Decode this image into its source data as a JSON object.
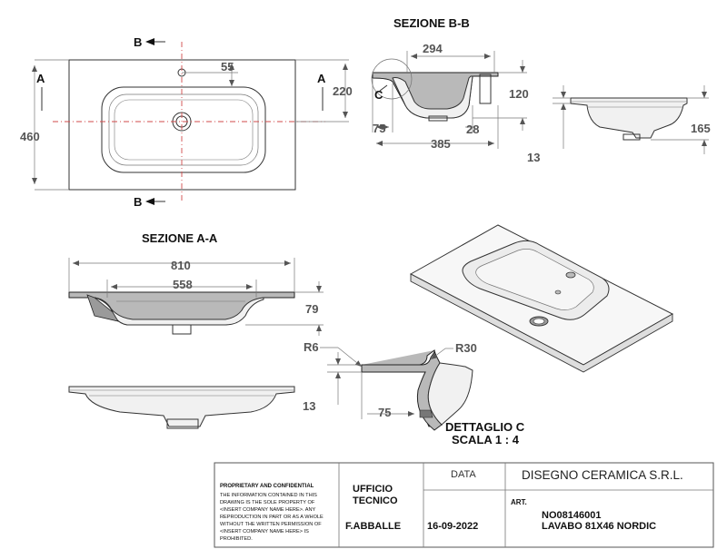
{
  "views": {
    "section_bb_title": "SEZIONE B-B",
    "section_aa_title": "SEZIONE A-A",
    "detail_title": "DETTAGLIO C",
    "detail_scale": "SCALA 1 : 4",
    "marker_a": "A",
    "marker_b": "B",
    "marker_c": "C"
  },
  "dimensions": {
    "top_view": {
      "depth": "460",
      "bowl": "220",
      "hole_offset": "55"
    },
    "section_bb": {
      "width": "294",
      "depth": "120",
      "front": "75",
      "wall": "28",
      "bowl_depth": "385"
    },
    "side_view": {
      "height": "165",
      "lip": "13"
    },
    "section_aa": {
      "overall": "810",
      "bowl": "558",
      "depth": "79"
    },
    "detail_c": {
      "r_small": "R6",
      "r_large": "R30",
      "thickness": "13",
      "edge": "75"
    }
  },
  "title_block": {
    "confidential_title": "PROPRIETARY AND CONFIDENTIAL",
    "confidential_lines": [
      "THE INFORMATION CONTAINED IN THIS",
      "DRAWING IS THE SOLE PROPERTY OF",
      "<INSERT COMPANY NAME HERE>.  ANY",
      "REPRODUCTION IN PART OR AS A WHOLE",
      "WITHOUT THE WRITTEN PERMISSION OF",
      "<INSERT COMPANY NAME HERE> IS",
      "PROHIBITED."
    ],
    "office_line1": "UFFICIO",
    "office_line2": "TECNICO",
    "author": "F.ABBALLE",
    "data_label": "DATA",
    "date": "16-09-2022",
    "company": "DISEGNO CERAMICA S.R.L.",
    "art_label": "ART.",
    "article_code": "NO08146001",
    "article_name": "LAVABO 81X46 NORDIC"
  },
  "colors": {
    "line": "#333333",
    "section_fill": "#b9b9b9",
    "center_line": "#d24a4a",
    "dimension_text": "#555555"
  }
}
